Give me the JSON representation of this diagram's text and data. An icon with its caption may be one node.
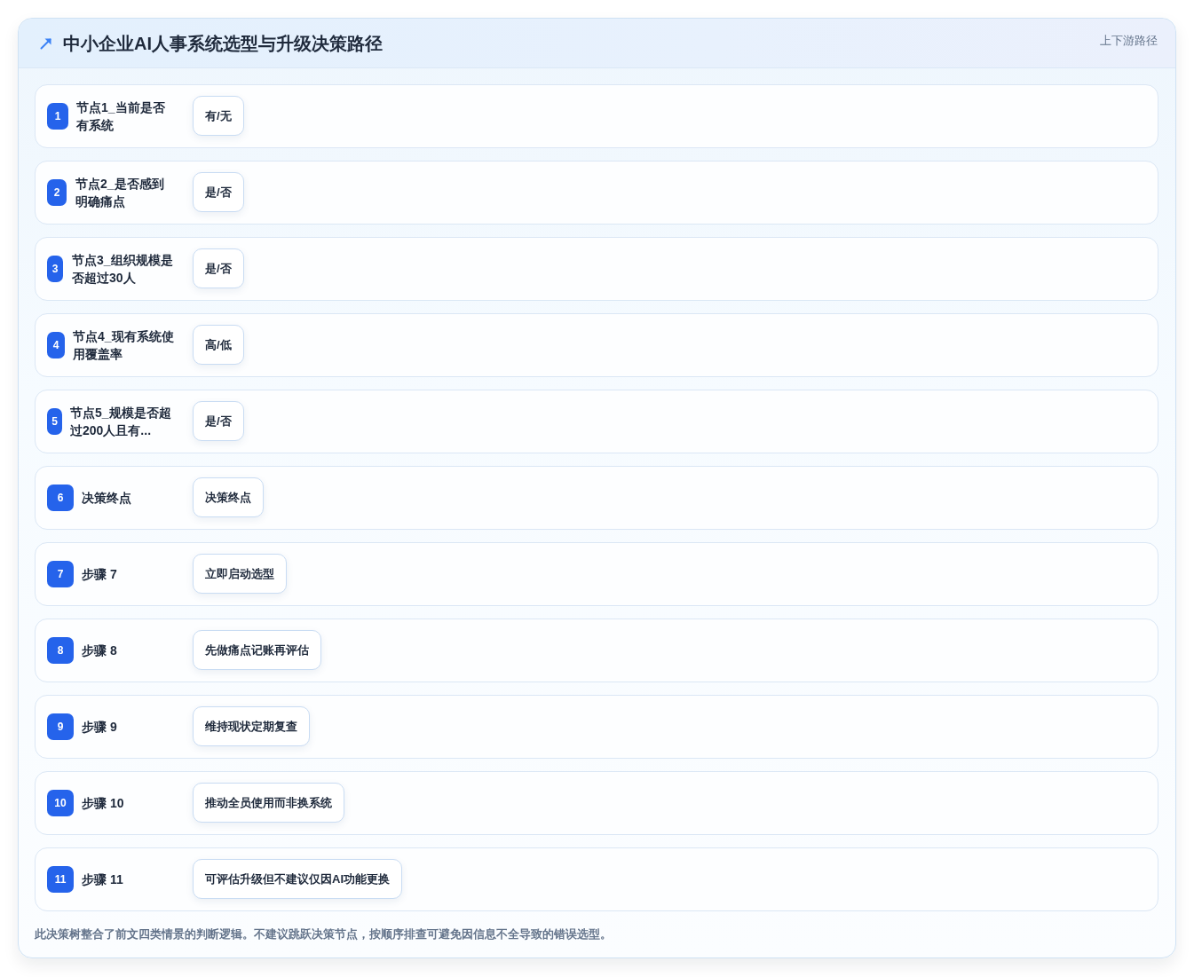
{
  "diagram": {
    "title": "中小企业AI人事系统选型与升级决策路径",
    "nodes": [
      {
        "text": [
          "1",
          "节点1_当前是否有系统"
        ]
      },
      {
        "text": [
          "有/无"
        ],
        "in": 0
      },
      {
        "text": [
          "2",
          "节点2_是否感到明确痛点"
        ]
      },
      {
        "text": [
          "是/否"
        ],
        "in": 2
      },
      {
        "text": [
          "3",
          "节点3_组织规模是否超过30人"
        ]
      },
      {
        "text": [
          "是/否"
        ],
        "in": 4
      },
      {
        "text": [
          "4",
          "节点4_现有系统使用覆盖率"
        ]
      },
      {
        "text": [
          "高/低"
        ],
        "in": 6
      },
      {
        "text": [
          "5",
          "节点5_规模是否超过200人且有..."
        ]
      },
      {
        "text": [
          "是/否"
        ],
        "in": 8
      },
      {
        "text": [
          "6",
          "决策终点"
        ]
      },
      {
        "text": [
          "决策终点"
        ],
        "in": 10
      },
      {
        "text": [
          "7",
          "步骤 7"
        ]
      },
      {
        "text": [
          "立即启动选型"
        ],
        "in": 12
      },
      {
        "text": [
          "8",
          "步骤 8"
        ]
      },
      {
        "text": [
          "先做痛点记账再评估"
        ],
        "in": 14
      },
      {
        "text": [
          "9",
          "步骤 9"
        ]
      },
      {
        "text": [
          "维持现状定期复查"
        ],
        "in": 16
      },
      {
        "text": [
          "10",
          "步骤 10"
        ]
      },
      {
        "text": [
          "推动全员使用而非换系统"
        ],
        "in": 18
      },
      {
        "text": [
          "11",
          "步骤 11"
        ]
      },
      {
        "text": [
          "可评估升级但不建议仅因AI功能更换"
        ],
        "in": 20
      }
    ],
    "labels": [
      "上下游路径"
    ],
    "caption": "此决策树整合了前文四类情景的判断逻辑。不建议跳跃决策节点，按顺序排查可避免因信息不全导致的错误选型。"
  }
}
